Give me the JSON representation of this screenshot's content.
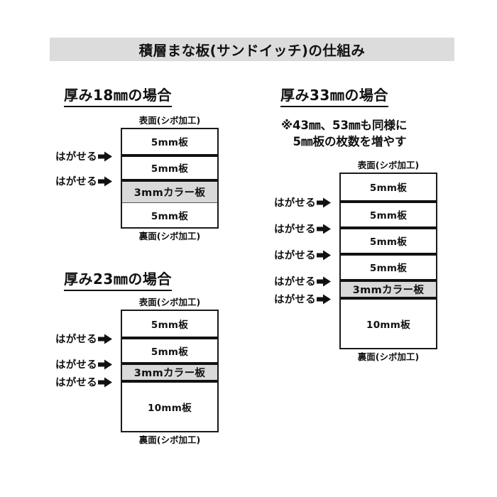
{
  "title": "積層まな板(サンドイッチ)の仕組み",
  "colors": {
    "banner_bg": "#dcdcdc",
    "color_board_fill": "#d9d9d9",
    "line": "#111111",
    "page_bg": "#ffffff"
  },
  "labels": {
    "peel": "はがせる",
    "top_face": "表面(シボ加工)",
    "bottom_face": "裏面(シボ加工)"
  },
  "sections": [
    {
      "id": "thickness-18",
      "heading": "厚み18㎜の場合",
      "top_face": "表面(シボ加工)",
      "bottom_face": "裏面(シボ加工)",
      "layers": [
        {
          "label": "5mm板",
          "type": "board",
          "separator_above": "none"
        },
        {
          "label": "5mm板",
          "type": "board",
          "separator_above": "thick",
          "peelable": true
        },
        {
          "label": "3mmカラー板",
          "type": "color",
          "separator_above": "thick",
          "peelable": true
        },
        {
          "label": "5mm板",
          "type": "board",
          "separator_above": "thin"
        }
      ]
    },
    {
      "id": "thickness-23",
      "heading": "厚み23㎜の場合",
      "top_face": "表面(シボ加工)",
      "bottom_face": "裏面(シボ加工)",
      "layers": [
        {
          "label": "5mm板",
          "type": "board",
          "separator_above": "none"
        },
        {
          "label": "5mm板",
          "type": "board",
          "separator_above": "thick",
          "peelable": true
        },
        {
          "label": "3mmカラー板",
          "type": "color",
          "separator_above": "thick",
          "peelable": true
        },
        {
          "label": "10mm板",
          "type": "board",
          "separator_above": "thick",
          "peelable": true
        }
      ]
    },
    {
      "id": "thickness-33",
      "heading": "厚み33㎜の場合",
      "note": "※43㎜、53㎜も同様に\n　5㎜板の枚数を増やす",
      "top_face": "表面(シボ加工)",
      "bottom_face": "裏面(シボ加工)",
      "layers": [
        {
          "label": "5mm板",
          "type": "board",
          "separator_above": "none"
        },
        {
          "label": "5mm板",
          "type": "board",
          "separator_above": "thick",
          "peelable": true
        },
        {
          "label": "5mm板",
          "type": "board",
          "separator_above": "thick",
          "peelable": true
        },
        {
          "label": "5mm板",
          "type": "board",
          "separator_above": "thick",
          "peelable": true
        },
        {
          "label": "3mmカラー板",
          "type": "color",
          "separator_above": "thick",
          "peelable": true
        },
        {
          "label": "10mm板",
          "type": "board",
          "separator_above": "thick",
          "peelable": true
        }
      ]
    }
  ]
}
